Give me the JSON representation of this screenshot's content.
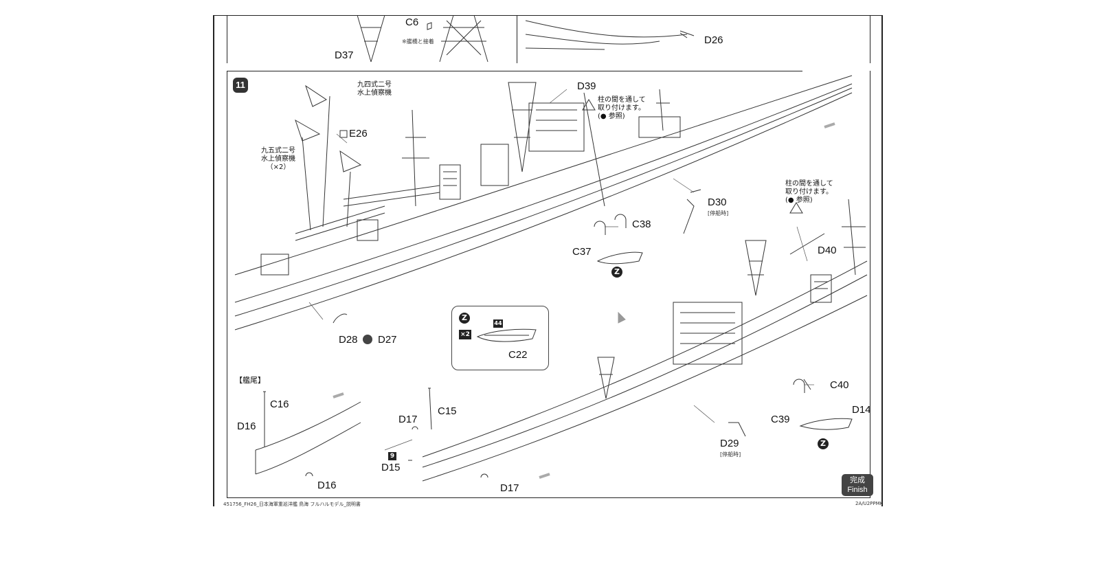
{
  "step_number": "11",
  "top_panel": {
    "labels": {
      "c6": "C6",
      "note": "※艦橋と接着",
      "d37": "D37",
      "d26": "D26"
    }
  },
  "main": {
    "aircraft_94": "九四式二号\n水上偵察機",
    "aircraft_95": "九五式二号\n水上偵察機\n（×2）",
    "e26": "E26",
    "d39": "D39",
    "caution_note": "柱の間を通して\n取り付けます。\n(● 参照)",
    "d30": "D30",
    "d30_sub": "[停船時]",
    "c38": "C38",
    "c37": "C37",
    "z_badge": "Z",
    "d28": "D28",
    "d27": "D27",
    "caution_note_2": "柱の間を通して\n取り付けます。\n(● 参照)",
    "d40": "D40"
  },
  "inset": {
    "z_badge": "Z",
    "x2": "×2",
    "num": "44",
    "c22": "C22"
  },
  "stern": {
    "title": "【艦尾】",
    "c16": "C16",
    "d16a": "D16",
    "d16b": "D16"
  },
  "bottom": {
    "d17a": "D17",
    "c15": "C15",
    "num9": "9",
    "d15": "D15",
    "d17b": "D17",
    "c40": "C40",
    "d14": "D14",
    "c39": "C39",
    "d29": "D29",
    "d29_sub": "[停船時]",
    "z_badge": "Z"
  },
  "finish": {
    "jp": "完成",
    "en": "Finish"
  },
  "footer": {
    "left": "451756_FH26_日本海軍重巡洋艦 鳥海 フルハルモデル_説明書",
    "right": "2A/U2PPMK"
  }
}
